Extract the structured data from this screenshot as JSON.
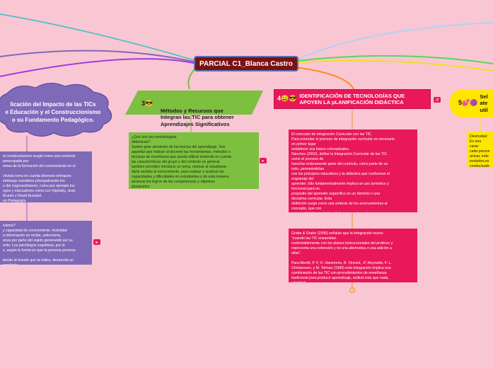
{
  "root": {
    "title": "PARCIAL C1_Blanca Castro"
  },
  "branches": {
    "left": {
      "title": "licación del Impacto de las TICs\ne Educación y el Construccionismo\no su Fundamento Pedagógico.",
      "box1": "el constructivismo surgió como una corriente\npreocupada por\nemas de la formación del conocimiento en el\n\nctivista toma en cuenta diversos enfoques\nembargo considera principalmente los\ne del cognoscitivismo, como por ejemplo los\nogos y educadores como Lev Vigotsky, Jean\nBruner y David Ausubel.\nen Pedagogía",
      "box2": "ivismo?\ny capacidad de conocimiento. Actividad\na información se recibe, selecciona,\nanza por parte del sujeto generando así su\nento. Los psicólogos cognitivos, por lo\ns, según la forma en que la persona procesa\n\ntiende al mundo que la rodea, desarrolla un\nconducta."
    },
    "green": {
      "icons": "3😎",
      "title": "Métodos y Recursos que\nIntegran las TIC para obtener\nAprendizajes Significativos",
      "box": "¿Qué son las metodologías\ndidácticas?\nSuelen girar alrededor de las teorías del aprendizaje. Son\naquellas que indican al docente las herramientas, métodos o\ntécnicas de enseñanza que pueda utilizar teniendo en cuenta\nlas características del grupo y del contexto en general,\ntambién permiten introducir un tema, motivar al estudiante,\ndarle sentido al conocimiento, para evaluar y analizar las\ncapacidades y dificultades en estudiantes y de esta manera\nalcanzar los logros de las competencias y objetivos\nplanteados."
    },
    "magenta": {
      "icons": "4😀😎",
      "title": "IDENTIFICACIÓN DE TECNOLOGÍAS QUE\nAPOYEN LA pLANIFICACIÓN DIDÁCTICA",
      "box1": "El concepto de Integración Curricular con las TIC\nPara entender el proceso de integración curricular es necesario\nen primer lugar\nestablecer sus bases conceptuales.\nSánchez (2002), define la Integración Curricular de las TIC\ncomo el proceso de\nhacerlas enteramente parte del currículo, como parte de un\ntodo, permeándolas\ncon los principios educativos y la didáctica que conforman el\nengranaje del\naprender. Ello fundamentalmente implica un uso armónico y\nfuncional para un\npropósito del aprender específico en un dominio o una\ndisciplina curricular. Esta\ndefinición surge como una síntesis de los acercamientos al\nconcepto, que con\nanterioridad, han establecido los siguientes autores:",
      "box2": "Grabe & Grabe (1996) señalan que la integración ocurre\n\"cuando las TIC ensamblan\nconfortablemente con los planes instruccionales del profesor y\nrepresenta una extensión y no una alternativa o una adición a\nellas\".\n\nPara Merrill, P. F; K. Hammons, B. Vincent, .P. Reynolds, P. L.\nChristensen, y M. Tolman (1996) esta integración implica una\ncombinación de las TIC con procedimientos de enseñanza\ntradicional para producir aprendizaje, actitud más que nada,\nvoluntad"
    },
    "yellow": {
      "icons": "5💕🟣",
      "title": "Sel\nate\nutil",
      "box": "Diversidad\nEs una carac\ncada person\nactuar, inde\nevolutivo,es\nconductuale"
    }
  },
  "colors": {
    "background": "#f9c6d4",
    "root": "#7a1212",
    "purple": "#7e6ab8",
    "green": "#7dbf3f",
    "magenta": "#e8185a",
    "yellow": "#ffe600"
  }
}
